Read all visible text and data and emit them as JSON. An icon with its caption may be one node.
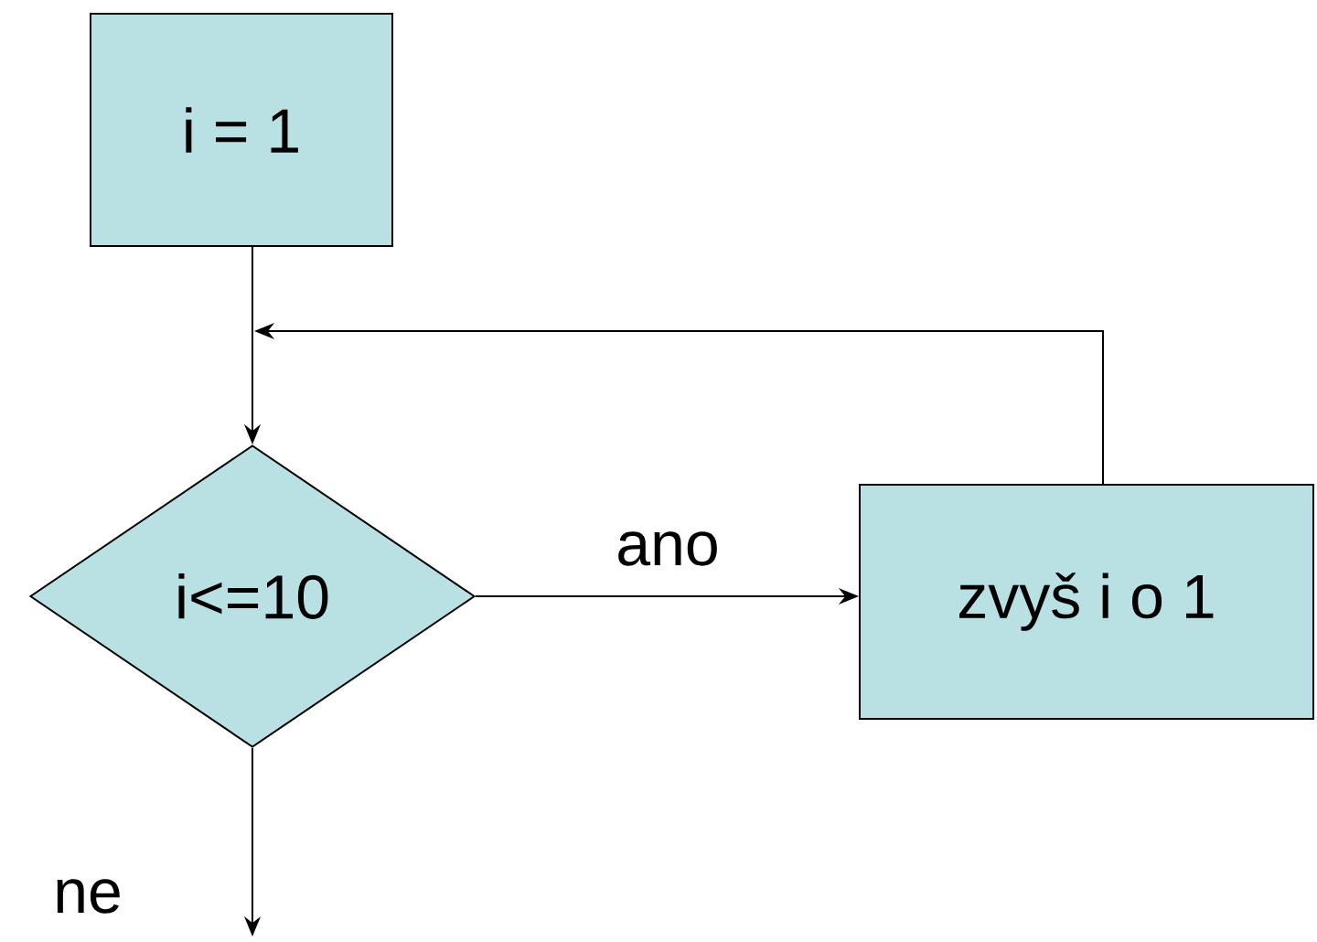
{
  "diagram": {
    "nodes": [
      {
        "text": [
          "i = 1"
        ]
      },
      {
        "text": [
          "i<=10"
        ]
      },
      {
        "text": [
          "zvyš i o 1"
        ]
      }
    ],
    "edges": [
      {
        "from": 0,
        "to": 1,
        "arrow": "to"
      },
      {
        "from": 1,
        "to": 2,
        "arrow": "to",
        "label": "ano"
      },
      {
        "from": 2,
        "to": null,
        "arrow": "to"
      },
      {
        "from": 1,
        "to": null,
        "arrow": "to",
        "label": "ne"
      }
    ]
  }
}
